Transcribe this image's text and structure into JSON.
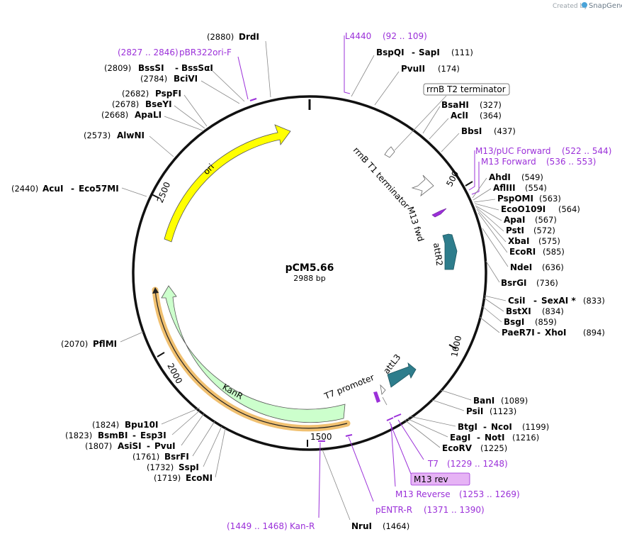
{
  "credit": {
    "text": "Created by",
    "brand": "SnapGene"
  },
  "plasmid": {
    "name": "pCM5.66",
    "length": "2988 bp"
  },
  "ticks": [
    "500",
    "1000",
    "1500",
    "2000",
    "2500"
  ],
  "features": {
    "ori": "ori",
    "kanr": "KanR",
    "attr2": "attR2",
    "attl3": "attL3",
    "m13fwd": "M13 fwd",
    "t7promoter": "T7 promoter",
    "rrnbt1": "rrnB T1 terminator",
    "rrnbt2": "rrnB T2 terminator"
  },
  "enzymes": {
    "drdi": {
      "name": "DrdI",
      "pos": "(2880)"
    },
    "bssSI": {
      "name": "BssSI",
      "name2": "BssSαI",
      "pos": "(2809)"
    },
    "bcivi": {
      "name": "BciVI",
      "pos": "(2784)"
    },
    "pspfi": {
      "name": "PspFI",
      "pos": "(2682)"
    },
    "bseyi": {
      "name": "BseYI",
      "pos": "(2678)"
    },
    "apali": {
      "name": "ApaLI",
      "pos": "(2668)"
    },
    "alwni": {
      "name": "AlwNI",
      "pos": "(2573)"
    },
    "acui": {
      "name": "AcuI",
      "name2": "Eco57MI",
      "pos": "(2440)"
    },
    "pflmi": {
      "name": "PflMI",
      "pos": "(2070)"
    },
    "bpu10i": {
      "name": "Bpu10I",
      "pos": "(1824)"
    },
    "bsmbi": {
      "name": "BsmBI",
      "name2": "Esp3I",
      "pos": "(1823)"
    },
    "asisi": {
      "name": "AsiSI",
      "name2": "PvuI",
      "pos": "(1807)"
    },
    "bsrfi": {
      "name": "BsrFI",
      "pos": "(1761)"
    },
    "sspi": {
      "name": "SspI",
      "pos": "(1732)"
    },
    "econi": {
      "name": "EcoNI",
      "pos": "(1719)"
    },
    "nrui": {
      "name": "NruI",
      "pos": "(1464)"
    },
    "bspqi": {
      "name": "BspQI",
      "name2": "SapI",
      "pos": "(111)"
    },
    "pvuii": {
      "name": "PvuII",
      "pos": "(174)"
    },
    "bsahi": {
      "name": "BsaHI",
      "pos": "(327)"
    },
    "acli": {
      "name": "AclI",
      "pos": "(364)"
    },
    "bbsi": {
      "name": "BbsI",
      "pos": "(437)"
    },
    "ahdi": {
      "name": "AhdI",
      "pos": "(549)"
    },
    "aflIII": {
      "name": "AflIII",
      "pos": "(554)"
    },
    "pspomi": {
      "name": "PspOMI",
      "pos": "(563)"
    },
    "eco0109i": {
      "name": "EcoO109I",
      "pos": "(564)"
    },
    "apai": {
      "name": "ApaI",
      "pos": "(567)"
    },
    "psti": {
      "name": "PstI",
      "pos": "(572)"
    },
    "xbai": {
      "name": "XbaI",
      "pos": "(575)"
    },
    "ecori": {
      "name": "EcoRI",
      "pos": "(585)"
    },
    "ndei": {
      "name": "NdeI",
      "pos": "(636)"
    },
    "bsrgi": {
      "name": "BsrGI",
      "pos": "(736)"
    },
    "csii": {
      "name": "CsiI",
      "name2": "SexAI *",
      "pos": "(833)"
    },
    "bstxi": {
      "name": "BstXI",
      "pos": "(834)"
    },
    "bsgi": {
      "name": "BsgI",
      "pos": "(859)"
    },
    "paer7i": {
      "name": "PaeR7I",
      "name2": "XhoI",
      "pos": "(894)"
    },
    "bani": {
      "name": "BanI",
      "pos": "(1089)"
    },
    "psii": {
      "name": "PsiI",
      "pos": "(1123)"
    },
    "btgi": {
      "name": "BtgI",
      "name2": "NcoI",
      "pos": "(1199)"
    },
    "eagi": {
      "name": "EagI",
      "name2": "NotI",
      "pos": "(1216)"
    },
    "ecorv": {
      "name": "EcoRV",
      "pos": "(1225)"
    }
  },
  "primers": {
    "pbr322": {
      "name": "pBR322ori-F",
      "range": "(2827 .. 2846)"
    },
    "l4440": {
      "name": "L4440",
      "range": "(92 .. 109)"
    },
    "m13puc": {
      "name": "M13/pUC Forward",
      "range": "(522 .. 544)"
    },
    "m13fwd": {
      "name": "M13 Forward",
      "range": "(536 .. 553)"
    },
    "t7": {
      "name": "T7",
      "range": "(1229 .. 1248)"
    },
    "m13rev": {
      "name": "M13 rev"
    },
    "m13reverse": {
      "name": "M13 Reverse",
      "range": "(1253 .. 1269)"
    },
    "pentr": {
      "name": "pENTR-R",
      "range": "(1371 .. 1390)"
    },
    "kanr": {
      "name": "Kan-R",
      "range": "(1449 .. 1468)"
    }
  },
  "colors": {
    "ori": "#ffff00",
    "kanr": "#ccffcc",
    "kanr_primer": "#f0c070",
    "attsite": "#2e7d8c",
    "primer": "#9b30d9",
    "backbone": "#111111"
  }
}
